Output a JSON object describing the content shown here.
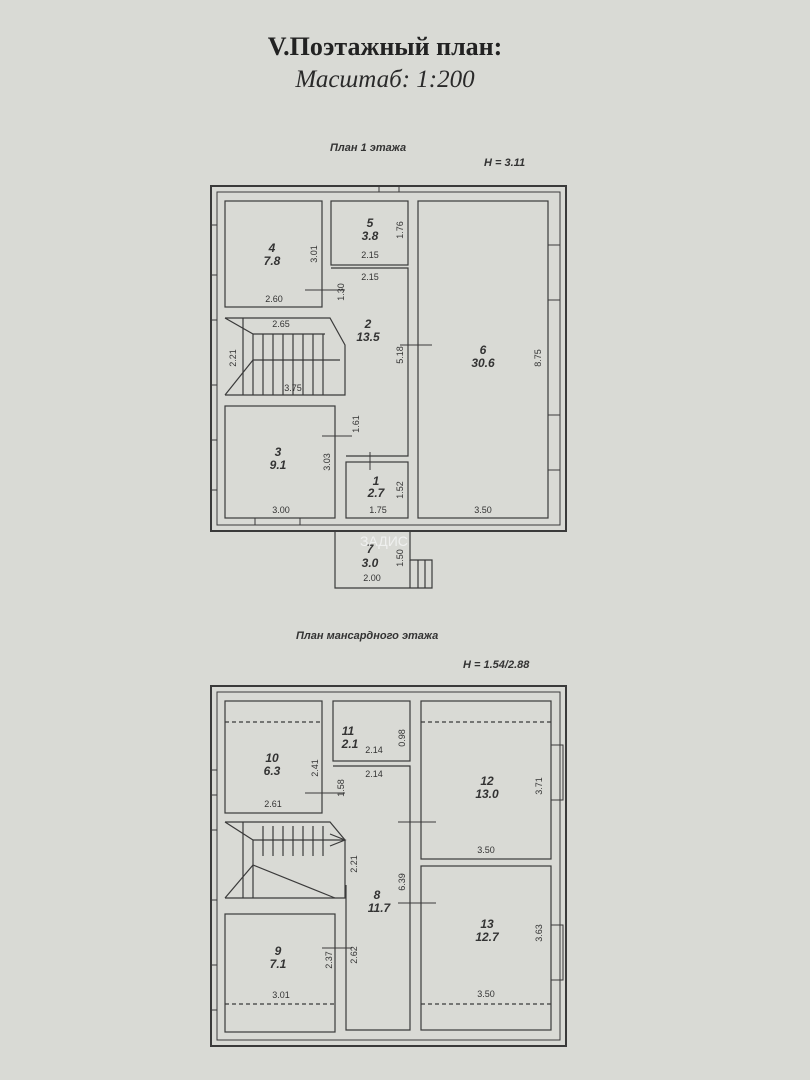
{
  "header": {
    "title": "V.Поэтажный план:",
    "scale": "Масштаб: 1:200"
  },
  "watermark": "ЗАДИС",
  "floor1": {
    "label": "План 1 этажа",
    "height": "H = 3.11",
    "rooms": [
      {
        "id": "1",
        "num": "1",
        "area": "2.7",
        "dims": [
          "1.52",
          "1.75"
        ]
      },
      {
        "id": "2",
        "num": "2",
        "area": "13.5",
        "dims": [
          "2.15",
          "1.30",
          "2.65",
          "2.21",
          "3.75",
          "5.18",
          "1.61"
        ]
      },
      {
        "id": "3",
        "num": "3",
        "area": "9.1",
        "dims": [
          "3.03",
          "3.00"
        ]
      },
      {
        "id": "4",
        "num": "4",
        "area": "7.8",
        "dims": [
          "3.01",
          "2.60"
        ]
      },
      {
        "id": "5",
        "num": "5",
        "area": "3.8",
        "dims": [
          "1.76",
          "2.15"
        ]
      },
      {
        "id": "6",
        "num": "6",
        "area": "30.6",
        "dims": [
          "8.75",
          "3.50"
        ]
      },
      {
        "id": "7",
        "num": "7",
        "area": "3.0",
        "dims": [
          "1.50",
          "2.00"
        ]
      }
    ]
  },
  "floor2": {
    "label": "План мансардного этажа",
    "height": "H = 1.54/2.88",
    "rooms": [
      {
        "id": "8",
        "num": "8",
        "area": "11.7",
        "dims": [
          "1.58",
          "2.21",
          "6.39",
          "2.62"
        ]
      },
      {
        "id": "9",
        "num": "9",
        "area": "7.1",
        "dims": [
          "2.37",
          "3.01"
        ]
      },
      {
        "id": "10",
        "num": "10",
        "area": "6.3",
        "dims": [
          "2.41",
          "2.61"
        ]
      },
      {
        "id": "11",
        "num": "11",
        "area": "2.1",
        "dims": [
          "2.14",
          "0.98",
          "2.14"
        ]
      },
      {
        "id": "12",
        "num": "12",
        "area": "13.0",
        "dims": [
          "3.71",
          "3.50"
        ]
      },
      {
        "id": "13",
        "num": "13",
        "area": "12.7",
        "dims": [
          "3.63",
          "3.50"
        ]
      }
    ]
  }
}
